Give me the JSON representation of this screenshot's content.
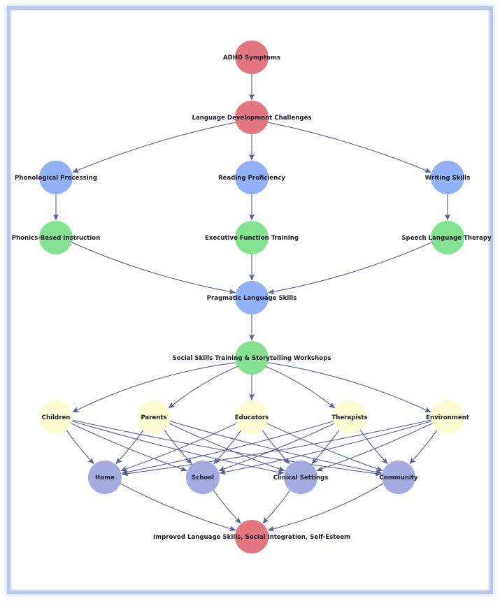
{
  "colors": {
    "red": "#e2707a",
    "blue": "#8dadf5",
    "green": "#7ee08a",
    "yellow": "#fdfbcf",
    "purple": "#9fa6de",
    "edge": "#56609a"
  },
  "nodes": [
    {
      "id": "adhd",
      "label": "ADHD Symptoms",
      "color": "red"
    },
    {
      "id": "ldc",
      "label": "Language Development Challenges",
      "color": "red"
    },
    {
      "id": "phono",
      "label": "Phonological Processing",
      "color": "blue"
    },
    {
      "id": "reading",
      "label": "Reading Proficiency",
      "color": "blue"
    },
    {
      "id": "writing",
      "label": "Writing Skills",
      "color": "blue"
    },
    {
      "id": "phonics",
      "label": "Phonics-Based Instruction",
      "color": "green"
    },
    {
      "id": "exec",
      "label": "Executive Function Training",
      "color": "green"
    },
    {
      "id": "speech",
      "label": "Speech Language Therapy",
      "color": "green"
    },
    {
      "id": "pragmatic",
      "label": "Pragmatic Language Skills",
      "color": "blue"
    },
    {
      "id": "social",
      "label": "Social Skills Training & Storytelling Workshops",
      "color": "green"
    },
    {
      "id": "children",
      "label": "Children",
      "color": "yellow"
    },
    {
      "id": "parents",
      "label": "Parents",
      "color": "yellow"
    },
    {
      "id": "educators",
      "label": "Educators",
      "color": "yellow"
    },
    {
      "id": "therapists",
      "label": "Therapists",
      "color": "yellow"
    },
    {
      "id": "environment",
      "label": "Environment",
      "color": "yellow"
    },
    {
      "id": "home",
      "label": "Home",
      "color": "purple"
    },
    {
      "id": "school",
      "label": "School",
      "color": "purple"
    },
    {
      "id": "clinical",
      "label": "Clinical Settings",
      "color": "purple"
    },
    {
      "id": "community",
      "label": "Community",
      "color": "purple"
    },
    {
      "id": "outcome",
      "label": "Improved Language Skills, Social Integration, Self-Esteem",
      "color": "red"
    }
  ],
  "edges": [
    [
      "adhd",
      "ldc"
    ],
    [
      "ldc",
      "phono"
    ],
    [
      "ldc",
      "reading"
    ],
    [
      "ldc",
      "writing"
    ],
    [
      "phono",
      "phonics"
    ],
    [
      "reading",
      "exec"
    ],
    [
      "writing",
      "speech"
    ],
    [
      "phonics",
      "pragmatic"
    ],
    [
      "exec",
      "pragmatic"
    ],
    [
      "speech",
      "pragmatic"
    ],
    [
      "pragmatic",
      "social"
    ],
    [
      "social",
      "children"
    ],
    [
      "social",
      "parents"
    ],
    [
      "social",
      "educators"
    ],
    [
      "social",
      "therapists"
    ],
    [
      "social",
      "environment"
    ],
    [
      "children",
      "home"
    ],
    [
      "children",
      "school"
    ],
    [
      "children",
      "clinical"
    ],
    [
      "children",
      "community"
    ],
    [
      "parents",
      "home"
    ],
    [
      "parents",
      "school"
    ],
    [
      "parents",
      "clinical"
    ],
    [
      "parents",
      "community"
    ],
    [
      "educators",
      "home"
    ],
    [
      "educators",
      "school"
    ],
    [
      "educators",
      "clinical"
    ],
    [
      "educators",
      "community"
    ],
    [
      "therapists",
      "home"
    ],
    [
      "therapists",
      "school"
    ],
    [
      "therapists",
      "clinical"
    ],
    [
      "therapists",
      "community"
    ],
    [
      "environment",
      "home"
    ],
    [
      "environment",
      "school"
    ],
    [
      "environment",
      "clinical"
    ],
    [
      "environment",
      "community"
    ],
    [
      "home",
      "outcome"
    ],
    [
      "school",
      "outcome"
    ],
    [
      "clinical",
      "outcome"
    ],
    [
      "community",
      "outcome"
    ]
  ]
}
